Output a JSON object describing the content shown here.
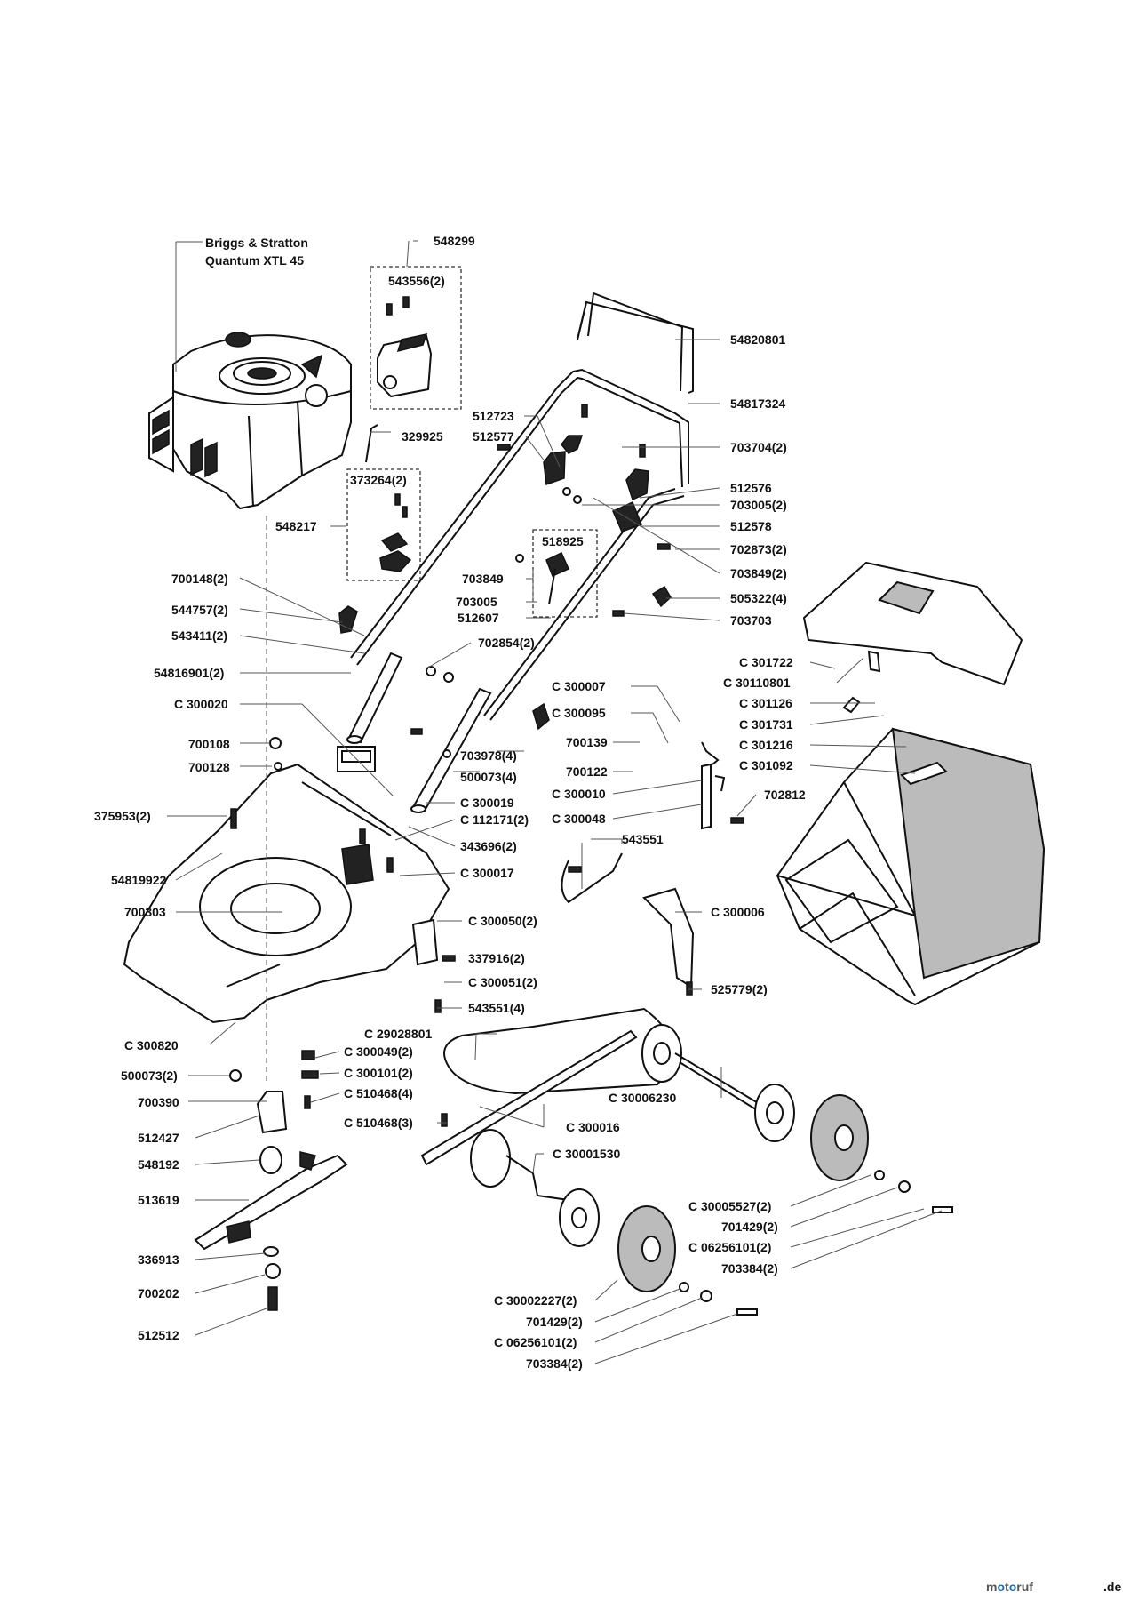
{
  "engine": {
    "line1": "Briggs & Stratton",
    "line2": "Quantum XTL 45"
  },
  "parts": {
    "p548299": "548299",
    "p543556": "543556(2)",
    "p329925": "329925",
    "p373264": "373264(2)",
    "p548217": "548217",
    "p700148": "700148(2)",
    "p544757": "544757(2)",
    "p543411": "543411(2)",
    "p54816901": "54816901(2)",
    "pC300020": "C 300020",
    "p700108": "700108",
    "p700128": "700128",
    "p375953": "375953(2)",
    "p54819922": "54819922",
    "p700303": "700303",
    "pC300820": "C 300820",
    "p500073b": "500073(2)",
    "p700390": "700390",
    "p512427": "512427",
    "p548192": "548192",
    "p513619": "513619",
    "p336913": "336913",
    "p700202": "700202",
    "p512512": "512512",
    "p54820801": "54820801",
    "p54817324": "54817324",
    "p512723": "512723",
    "p512577": "512577",
    "p703704": "703704(2)",
    "p512576": "512576",
    "p703005b": "703005(2)",
    "p512578": "512578",
    "p518925": "518925",
    "p702873": "702873(2)",
    "p703849": "703849",
    "p703849b": "703849(2)",
    "p703005": "703005",
    "p505322": "505322(4)",
    "p512607": "512607",
    "p703703": "703703",
    "p702854": "702854(2)",
    "pC301722": "C 301722",
    "pC30110801": "C 30110801",
    "pC300007": "C 300007",
    "pC301126": "C 301126",
    "pC300095": "C 300095",
    "pC301731": "C 301731",
    "p700139": "700139",
    "pC301216": "C 301216",
    "p703978": "703978(4)",
    "p700122": "700122",
    "pC301092": "C 301092",
    "p500073a": "500073(4)",
    "pC300019": "C 300019",
    "pC300010": "C 300010",
    "pC112171": "C 112171(2)",
    "pC300048": "C 300048",
    "p702812": "702812",
    "p343696": "343696(2)",
    "p543551": "543551",
    "pC300017": "C 300017",
    "pC300006": "C 300006",
    "pC300050": "C 300050(2)",
    "p337916": "337916(2)",
    "pC300051": "C 300051(2)",
    "p525779": "525779(2)",
    "p543551b": "543551(4)",
    "pC29028801": "C 29028801",
    "pC300049": "C 300049(2)",
    "pC300101": "C 300101(2)",
    "pC510468a": "C 510468(4)",
    "pC30006230": "C 30006230",
    "pC510468b": "C 510468(3)",
    "pC300016": "C 300016",
    "pC30001530": "C 30001530",
    "pC30005527": "C 30005527(2)",
    "p701429a": "701429(2)",
    "pC06256101a": "C 06256101(2)",
    "p703384a": "703384(2)",
    "pC30002227": "C 30002227(2)",
    "p701429b": "701429(2)",
    "pC06256101b": "C 06256101(2)",
    "p703384b": "703384(2)"
  },
  "watermark": {
    "main": "motoruf",
    "suffix": ".de"
  },
  "colors": {
    "watermark_o": "#1d6fb8",
    "watermark_text": "#555555"
  }
}
